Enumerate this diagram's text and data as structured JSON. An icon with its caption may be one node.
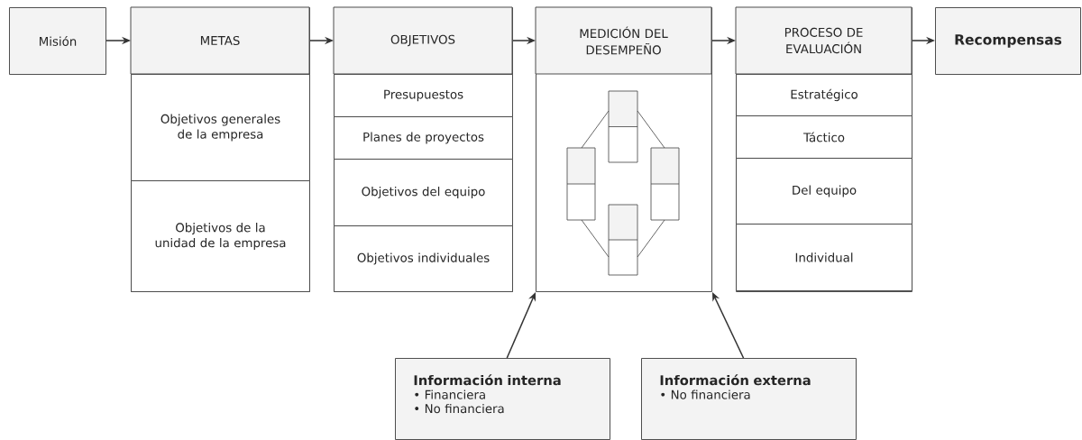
{
  "diagram": {
    "nodes": [
      {
        "text": [
          "Misión"
        ]
      },
      {
        "text": [
          "METAS"
        ]
      },
      {
        "text": [
          "Objetivos generales de la empresa"
        ],
        "in": 1
      },
      {
        "text": [
          "Objetivos de la unidad de la empresa"
        ],
        "in": 1
      },
      {
        "text": [
          "OBJETIVOS"
        ]
      },
      {
        "text": [
          "Presupuestos"
        ],
        "in": 4
      },
      {
        "text": [
          "Planes de proyectos"
        ],
        "in": 4
      },
      {
        "text": [
          "Objetivos del equipo"
        ],
        "in": 4
      },
      {
        "text": [
          "Objetivos individuales"
        ],
        "in": 4
      },
      {
        "text": [
          "MEDICIÓN DEL DESEMPEÑO"
        ]
      },
      {
        "text": [
          "PROCESO DE EVALUACIÓN"
        ]
      },
      {
        "text": [
          "Estratégico"
        ],
        "in": 10
      },
      {
        "text": [
          "Táctico"
        ],
        "in": 10
      },
      {
        "text": [
          "Del equipo"
        ],
        "in": 10
      },
      {
        "text": [
          "Individual"
        ],
        "in": 10
      },
      {
        "text": [
          "Recompensas"
        ]
      },
      {
        "text": [
          "Información interna",
          "• Financiera",
          "• No financiera"
        ]
      },
      {
        "text": [
          "Información externa",
          "• No financiera"
        ]
      }
    ],
    "edges": [
      {
        "from": 0,
        "to": 1,
        "arrow": "to"
      },
      {
        "from": 1,
        "to": 4,
        "arrow": "to"
      },
      {
        "from": 4,
        "to": 9,
        "arrow": "to"
      },
      {
        "from": 9,
        "to": 10,
        "arrow": "to"
      },
      {
        "from": 10,
        "to": 15,
        "arrow": "to"
      },
      {
        "from": 16,
        "to": 9,
        "arrow": "to"
      },
      {
        "from": 17,
        "to": 9,
        "arrow": "to"
      }
    ]
  }
}
